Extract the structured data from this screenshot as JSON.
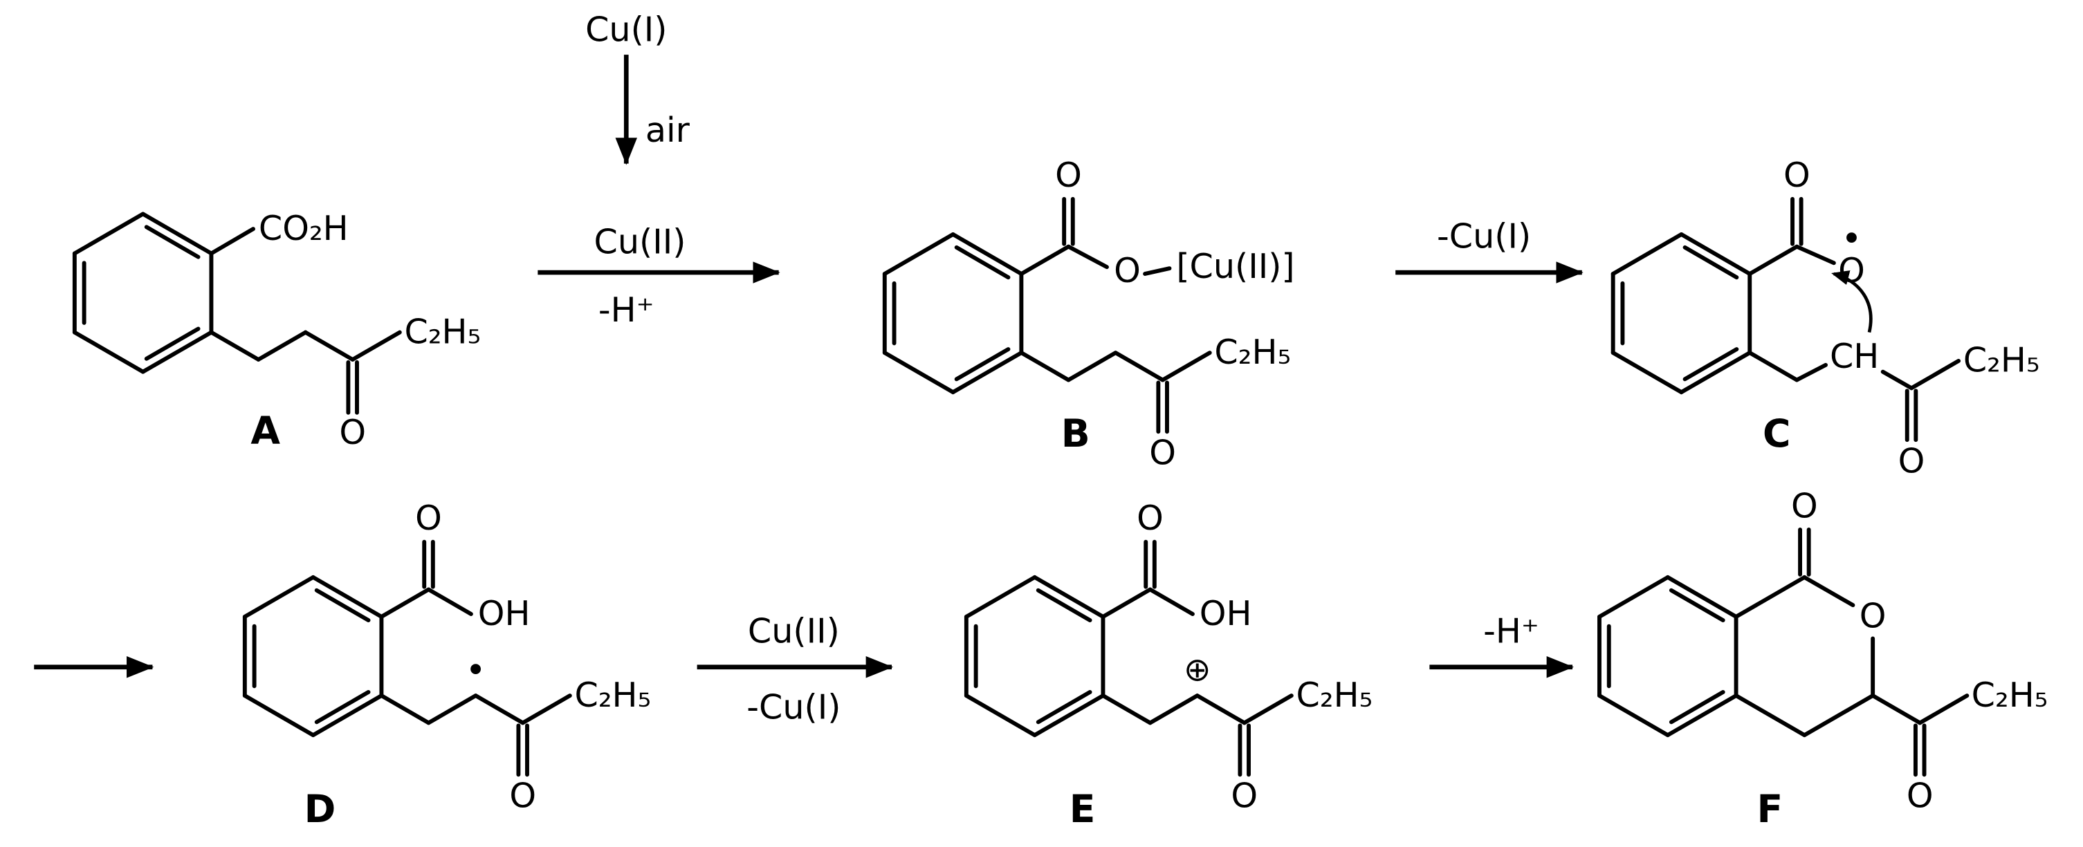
{
  "colors": {
    "ink": "#000000",
    "background": "#ffffff"
  },
  "steps": {
    "oxidation_pre": {
      "reagent": "Cu(I)",
      "condition": "air"
    },
    "step_ab": {
      "above": "Cu(II)",
      "below": "-H⁺"
    },
    "step_bc": {
      "above": "-Cu(I)"
    },
    "step_de": {
      "above": "Cu(II)",
      "below": "-Cu(I)"
    },
    "step_ef": {
      "above": "-H⁺"
    }
  },
  "compounds": {
    "A": {
      "label": "A",
      "acid": "CO₂H",
      "ethyl": "C₂H₅",
      "ketone_o": "O"
    },
    "B": {
      "label": "B",
      "carbonyl_o": "O",
      "ester_o": "O",
      "copper_complex": "[Cu(II)]",
      "ethyl": "C₂H₅",
      "ketone_o": "O"
    },
    "C": {
      "label": "C",
      "carbonyl_o": "O",
      "radical_o": "O",
      "radical_dot": "•",
      "methine": "CH",
      "ethyl": "C₂H₅",
      "ketone_o": "O"
    },
    "D": {
      "label": "D",
      "carbonyl_o": "O",
      "hydroxyl": "OH",
      "radical_dot": "•",
      "ethyl": "C₂H₅",
      "ketone_o": "O"
    },
    "E": {
      "label": "E",
      "carbonyl_o": "O",
      "hydroxyl": "OH",
      "cation_symbol": "⊕",
      "ethyl": "C₂H₅",
      "ketone_o": "O"
    },
    "F": {
      "label": "F",
      "lactone_carbonyl_o": "O",
      "ring_o": "O",
      "ethyl": "C₂H₅",
      "ketone_o": "O"
    }
  }
}
